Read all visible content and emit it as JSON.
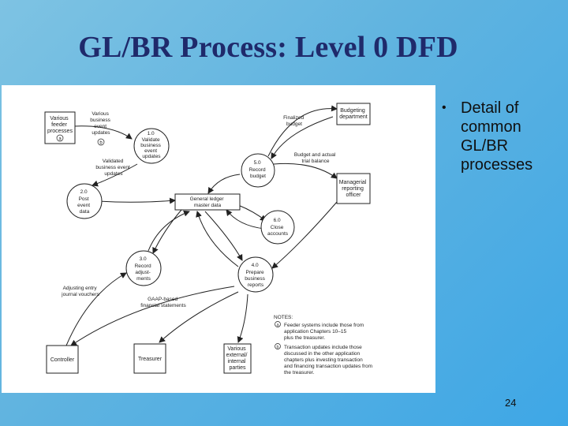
{
  "slide": {
    "title": "GL/BR Process: Level 0 DFD",
    "bullet": "Detail of common GL/BR processes",
    "page_number": "24"
  },
  "diagram": {
    "external_entities": {
      "feeder": [
        "Various",
        "feeder",
        "processes"
      ],
      "feeder_note_marker": "a",
      "budgeting": [
        "Budgeting",
        "department"
      ],
      "managerial": [
        "Managerial",
        "reporting",
        "officer"
      ],
      "controller": [
        "Controller"
      ],
      "treasurer": [
        "Treasurer"
      ],
      "various_parties": [
        "Various",
        "external/",
        "internal",
        "parties"
      ]
    },
    "processes": {
      "p1": {
        "id": "1.0",
        "name": [
          "Validate",
          "business",
          "event",
          "updates"
        ]
      },
      "p2": {
        "id": "2.0",
        "name": [
          "Post",
          "event",
          "data"
        ]
      },
      "p3": {
        "id": "3.0",
        "name": [
          "Record",
          "adjust-",
          "ments"
        ]
      },
      "p4": {
        "id": "4.0",
        "name": [
          "Prepare",
          "business",
          "reports"
        ]
      },
      "p5": {
        "id": "5.0",
        "name": [
          "Record",
          "budget"
        ]
      },
      "p6": {
        "id": "6.0",
        "name": [
          "Close",
          "accounts"
        ]
      }
    },
    "data_store": [
      "General ledger",
      "master data"
    ],
    "flows": {
      "event_updates": [
        "Various",
        "business",
        "event",
        "updates"
      ],
      "event_updates_marker": "b",
      "validated": [
        "Validated",
        "business event",
        "updates"
      ],
      "finalized_budget": [
        "Finalized",
        "budget"
      ],
      "budget_actual": [
        "Budget and actual",
        "trial balance"
      ],
      "adjusting": [
        "Adjusting entry",
        "journal vouchers"
      ],
      "gaap": [
        "GAAP-based",
        "financial statements"
      ]
    },
    "notes": {
      "title": "NOTES:",
      "a_marker": "a",
      "a": [
        "Feeder systems include those from",
        "application Chapters 10–15",
        "plus the treasurer."
      ],
      "b_marker": "b",
      "b": [
        "Transaction updates include those",
        "discussed in the other application",
        "chapters plus investing transaction",
        "and financing transaction updates from",
        "the treasurer."
      ]
    }
  },
  "colors": {
    "title": "#1f2a6b",
    "background": "#5fb3e0",
    "panel": "#ffffff",
    "ink": "#222222"
  }
}
